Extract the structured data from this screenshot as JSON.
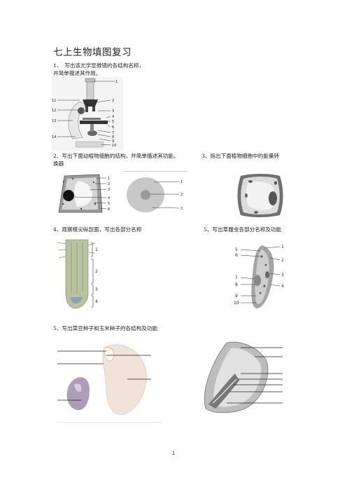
{
  "title": "七上生物填图复习",
  "q1": {
    "line1": "1、　写出该光学显微镜的各结构名称，",
    "line2": "并简单描述其作用。"
  },
  "microscope_labels": {
    "right": [
      "1",
      "2",
      "3",
      "4",
      "5",
      "6",
      "7",
      "8",
      "9",
      "10"
    ],
    "left": [
      "11",
      "12",
      "13",
      "14"
    ]
  },
  "q2": {
    "line1": "2、写出下面动植物细胞的结构，并简单描述其功能。",
    "line2": "换器"
  },
  "q3": "3、指出下面植物细胞中的能量转",
  "plant_cell_labels": [
    "1",
    "2",
    "3",
    "4",
    "5",
    "6"
  ],
  "animal_cell_labels": [
    "1",
    "2",
    "3"
  ],
  "q4": "4、观察根尖纵剖面，写出各部分名称",
  "root_labels": [
    "1",
    "2",
    "3",
    "4"
  ],
  "q5a": "5、写出草履虫各部分名称及功能",
  "paramecium_labels": {
    "left": [
      "5",
      "6",
      "7",
      "8",
      "9",
      "10"
    ],
    "right": [
      "1",
      "2",
      "3",
      "4"
    ]
  },
  "q5b": "5、写出菜豆种子和玉米种子的各结构及功能",
  "page_number": "1"
}
